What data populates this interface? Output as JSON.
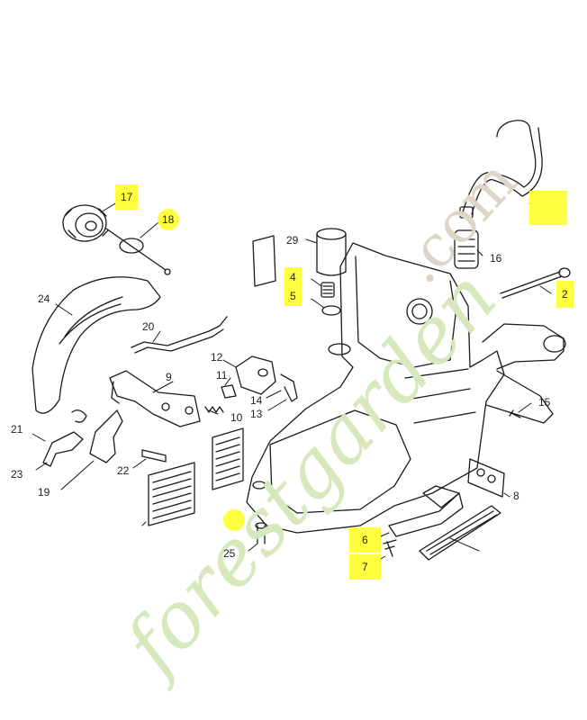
{
  "callouts": [
    {
      "id": "c17",
      "text": "17",
      "highlight": "box"
    },
    {
      "id": "c18",
      "text": "18",
      "highlight": "circle"
    },
    {
      "id": "c29",
      "text": "29",
      "highlight": "none"
    },
    {
      "id": "c4",
      "text": "4",
      "highlight": "box"
    },
    {
      "id": "c5",
      "text": "5",
      "highlight": "box"
    },
    {
      "id": "c16",
      "text": "16",
      "highlight": "none"
    },
    {
      "id": "c2",
      "text": "2",
      "highlight": "box"
    },
    {
      "id": "c24",
      "text": "24",
      "highlight": "none"
    },
    {
      "id": "c20",
      "text": "20",
      "highlight": "none"
    },
    {
      "id": "c12",
      "text": "12",
      "highlight": "none"
    },
    {
      "id": "c9",
      "text": "9",
      "highlight": "none"
    },
    {
      "id": "c11",
      "text": "11",
      "highlight": "none"
    },
    {
      "id": "c14",
      "text": "14",
      "highlight": "none"
    },
    {
      "id": "c13",
      "text": "13",
      "highlight": "none"
    },
    {
      "id": "c10",
      "text": "10",
      "highlight": "none"
    },
    {
      "id": "c15",
      "text": "15",
      "highlight": "none"
    },
    {
      "id": "c21",
      "text": "21",
      "highlight": "none"
    },
    {
      "id": "c23",
      "text": "23",
      "highlight": "none"
    },
    {
      "id": "c19",
      "text": "19",
      "highlight": "none"
    },
    {
      "id": "c22",
      "text": "22",
      "highlight": "none"
    },
    {
      "id": "c8",
      "text": "8",
      "highlight": "none"
    },
    {
      "id": "c6",
      "text": "6",
      "highlight": "box"
    },
    {
      "id": "c7",
      "text": "7",
      "highlight": "box"
    },
    {
      "id": "c25",
      "text": "25",
      "highlight": "none"
    }
  ],
  "watermark": {
    "green_text": "forestgarden",
    "grey_text": ".com",
    "green_color": "#c9dfa6",
    "grey_color": "#cfc6b4"
  },
  "colors": {
    "highlight": "#ffff40",
    "line": "#1a1a1a"
  }
}
